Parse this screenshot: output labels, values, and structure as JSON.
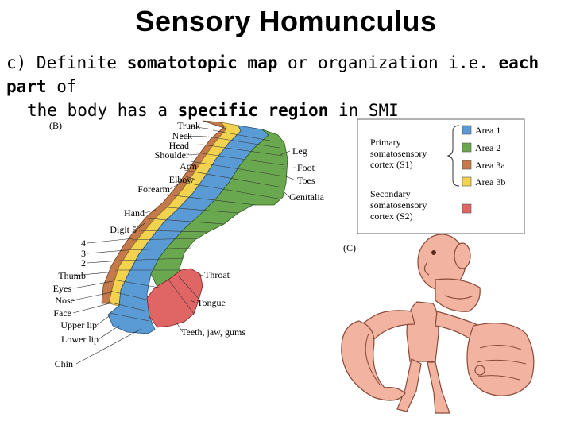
{
  "title": "Sensory Homunculus",
  "subtitle": {
    "prefix": "c) Definite ",
    "term1": "somatotopic map",
    "mid1": " or organization i.e. ",
    "term2": "each part",
    "mid2": " of",
    "line2_prefix": "the body has a ",
    "term3": "specific region",
    "line2_suffix": " in SMI"
  },
  "panel_b": {
    "label": "(B)",
    "labels_left": [
      "Trunk",
      "Neck",
      "Head",
      "Shoulder",
      "Arm",
      "Elbow",
      "Forearm",
      "Hand",
      "Digit 5",
      "4",
      "3",
      "2",
      "Thumb",
      "Eyes",
      "Nose",
      "Face",
      "Upper lip",
      "Lower lip",
      "Chin"
    ],
    "labels_right": [
      "Leg",
      "Foot",
      "Toes",
      "Genitalia",
      "Throat",
      "Tongue",
      "Teeth, jaw, gums"
    ]
  },
  "legend": {
    "primary": [
      "Primary",
      "somatosensory",
      "cortex (S1)"
    ],
    "secondary": [
      "Secondary",
      "somatosensory",
      "cortex (S2)"
    ],
    "areas": [
      {
        "name": "Area 1",
        "color": "#5b9bd5"
      },
      {
        "name": "Area 2",
        "color": "#6aa84f"
      },
      {
        "name": "Area 3a",
        "color": "#c47a4a"
      },
      {
        "name": "Area 3b",
        "color": "#f3d250"
      }
    ],
    "s2_color": "#e06666"
  },
  "panel_c": {
    "label": "(C)",
    "figure": "homunculus-figure"
  }
}
